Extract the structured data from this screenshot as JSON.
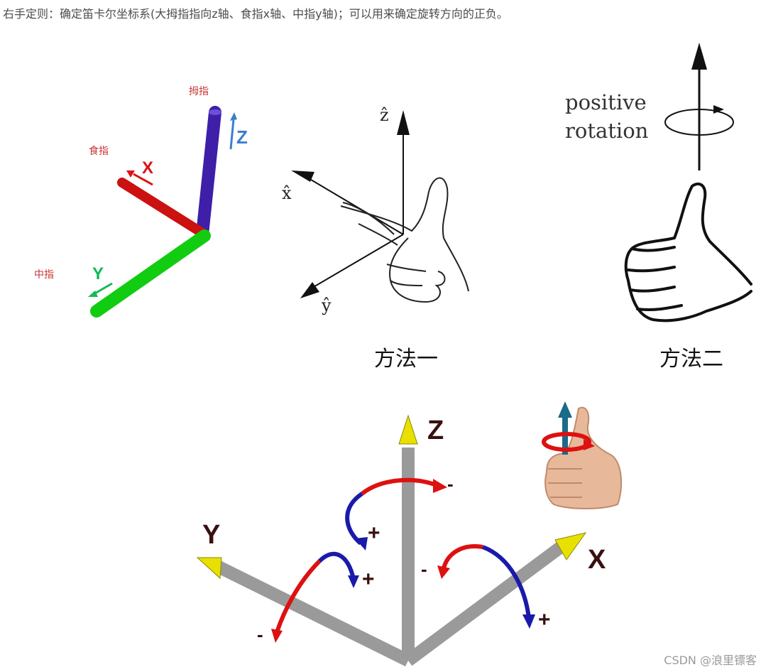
{
  "caption": "右手定则：确定笛卡尔坐标系(大拇指指向z轴、食指x轴、中指y轴)；可以用来确定旋转方向的正负。",
  "panel1": {
    "thumb_label": "拇指",
    "index_label": "食指",
    "middle_label": "中指",
    "z_letter": "Z",
    "x_letter": "X",
    "y_letter": "Y",
    "colors": {
      "z": "#3d1fa8",
      "x": "#cc1111",
      "y": "#11cc11",
      "label": "#cc3333"
    }
  },
  "panel2": {
    "z_label": "ẑ",
    "x_label": "x̂",
    "y_label": "ŷ",
    "method_label": "方法一"
  },
  "panel3": {
    "positive": "positive",
    "rotation": "rotation",
    "method_label": "方法二"
  },
  "panel4": {
    "z_letter": "Z",
    "x_letter": "X",
    "y_letter": "Y",
    "signs": {
      "z_minus": "-",
      "z_plus": "+",
      "y_plus": "+",
      "y_minus": "-",
      "x_minus": "-",
      "x_plus": "+"
    },
    "colors": {
      "axis": "#9a9a9a",
      "tip": "#e8e000",
      "plus": "#1a1aaa",
      "minus": "#dd1111"
    }
  },
  "watermark": "CSDN @浪里镖客"
}
